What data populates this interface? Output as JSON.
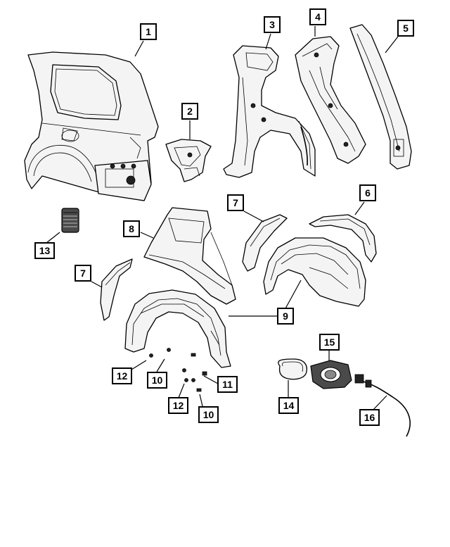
{
  "callouts": {
    "c1": "1",
    "c2": "2",
    "c3": "3",
    "c4": "4",
    "c5": "5",
    "c6": "6",
    "c7a": "7",
    "c7b": "7",
    "c8": "8",
    "c9": "9",
    "c10a": "10",
    "c10b": "10",
    "c11": "11",
    "c12a": "12",
    "c12b": "12",
    "c13": "13",
    "c14": "14",
    "c15": "15",
    "c16": "16"
  }
}
